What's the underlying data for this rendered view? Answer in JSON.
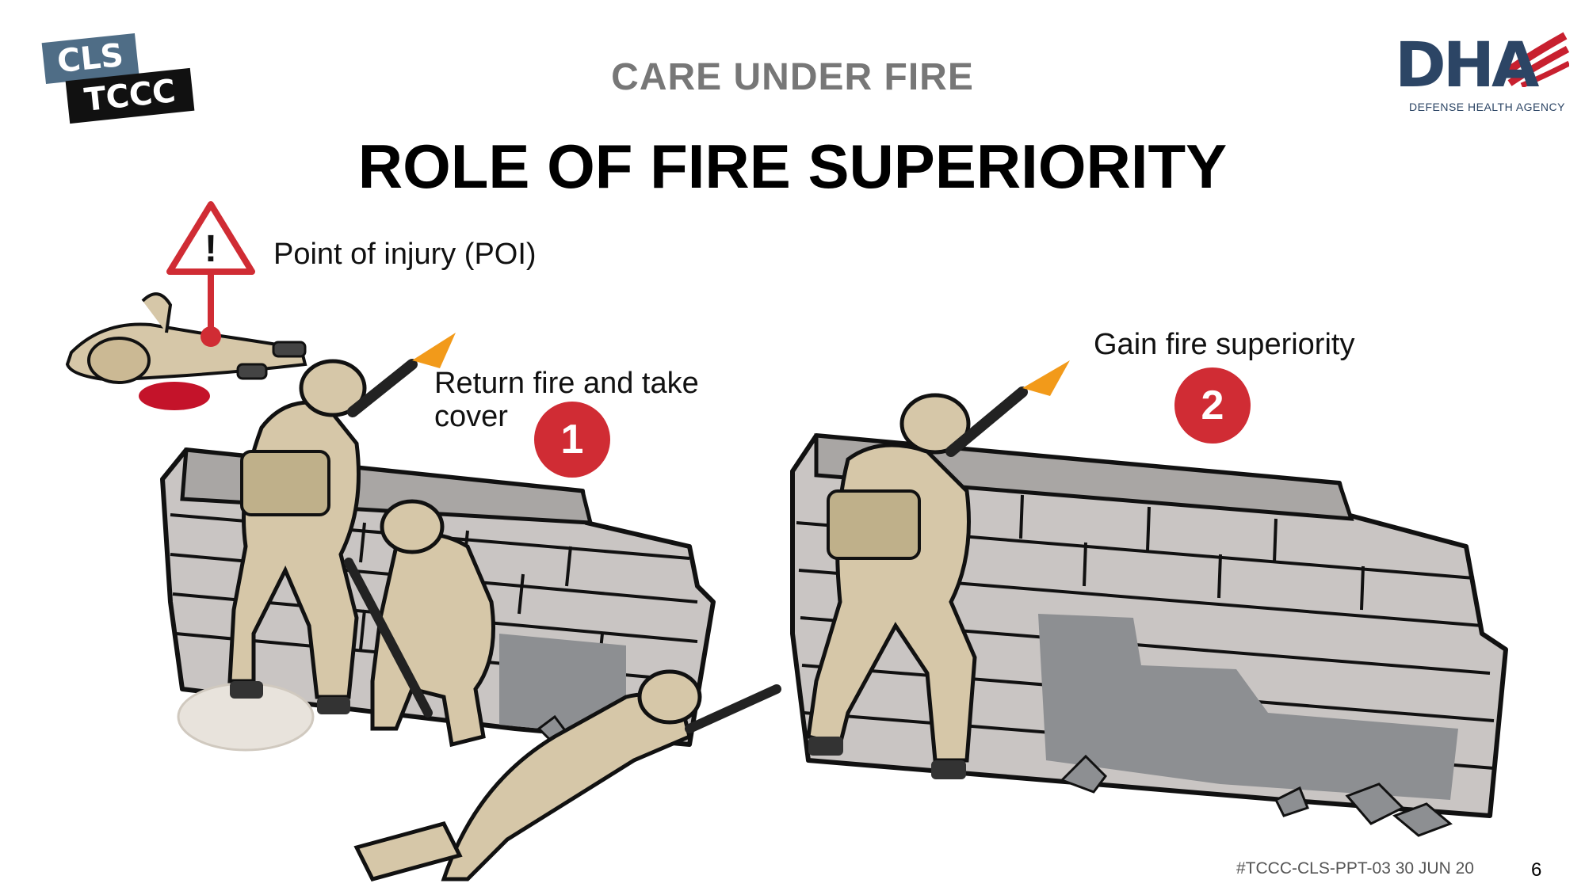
{
  "header": {
    "section_title": "CARE UNDER FIRE",
    "slide_title": "ROLE OF FIRE SUPERIORITY"
  },
  "logos": {
    "cls_top": "CLS",
    "cls_bottom": "TCCC",
    "dha_name": "DHA",
    "dha_subtitle": "DEFENSE HEALTH AGENCY"
  },
  "captions": {
    "poi": "Point of injury (POI)",
    "return_fire": "Return fire and take cover",
    "gain_superiority": "Gain fire superiority"
  },
  "steps": {
    "one": "1",
    "two": "2"
  },
  "footer": {
    "reference": "#TCCC-CLS-PPT-03 30 JUN 20",
    "page_number": "6"
  },
  "colors": {
    "accent_red": "#d02c34",
    "dha_navy": "#2c4565",
    "cls_blue": "#4f6d86",
    "wall_gray": "#c9c5c3",
    "camo_tan": "#d6c7a8"
  }
}
